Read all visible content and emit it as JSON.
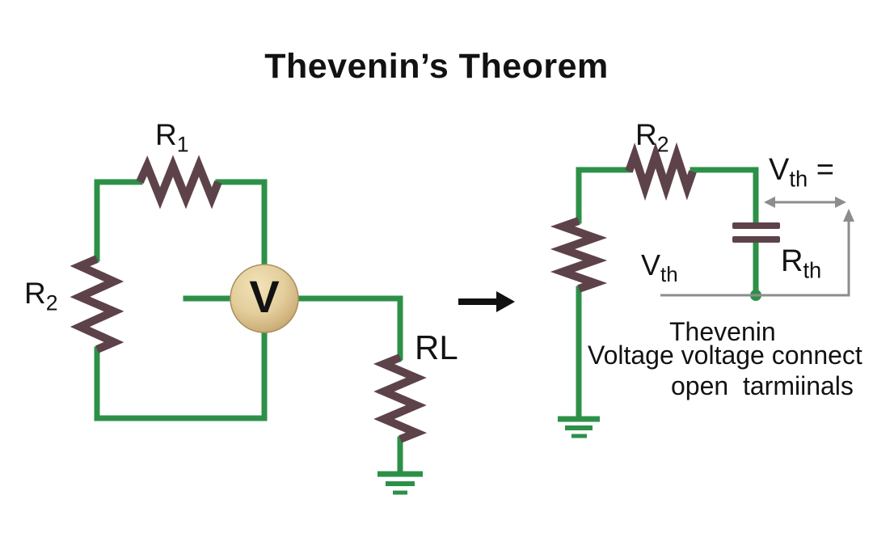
{
  "title": "Thevenin’s Theorem",
  "colors": {
    "wire_green": "#2d9048",
    "component_maroon": "#5d4349",
    "meter_fill": "#e3cd9b",
    "measure_gray": "#8d8d8d",
    "text_black": "#121212"
  },
  "left_circuit": {
    "r1_label": {
      "main": "R",
      "sub": "1"
    },
    "r2_label": {
      "main": "R",
      "sub": "2"
    },
    "voltmeter_label": "V",
    "load_label": "RL"
  },
  "right_circuit": {
    "r2_label": {
      "main": "R",
      "sub": "2"
    },
    "vth_eq_label": {
      "main": "V",
      "sub": "th",
      "suffix": " ="
    },
    "vth_label": {
      "main": "V",
      "sub": "th"
    },
    "rth_label": {
      "main": "R",
      "sub": "th"
    },
    "caption_line1": "Thevenin",
    "caption_line2": "Voltage voltage connect",
    "caption_line3": "open  tarmiinals"
  }
}
